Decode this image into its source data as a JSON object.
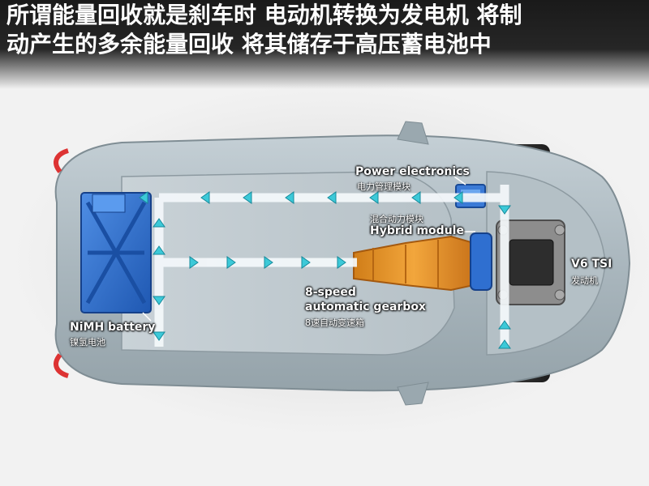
{
  "headline": {
    "line1": "所谓能量回收就是刹车时 电动机转换为发电机 将制",
    "line2": "动产生的多余能量回收 将其储存于高压蓄电池中"
  },
  "labels": {
    "power_electronics": {
      "en": "Power electronics",
      "cn": "电力管理模块"
    },
    "hybrid_module": {
      "cn": "混合动力模块",
      "en": "Hybrid module"
    },
    "engine": {
      "en": "V6 TSI",
      "cn": "发动机"
    },
    "gearbox": {
      "en_line1": "8-speed",
      "en_line2": "automatic gearbox",
      "cn": "8速自动变速箱"
    },
    "battery": {
      "en": "NiMH battery",
      "cn": "镍氢电池"
    }
  },
  "colors": {
    "car_body": "#a7b4bb",
    "battery": "#2f6fd0",
    "gearbox": "#e8962a",
    "flow_path": "#f4f8fb",
    "flow_arrow": "#3cc9d8"
  }
}
